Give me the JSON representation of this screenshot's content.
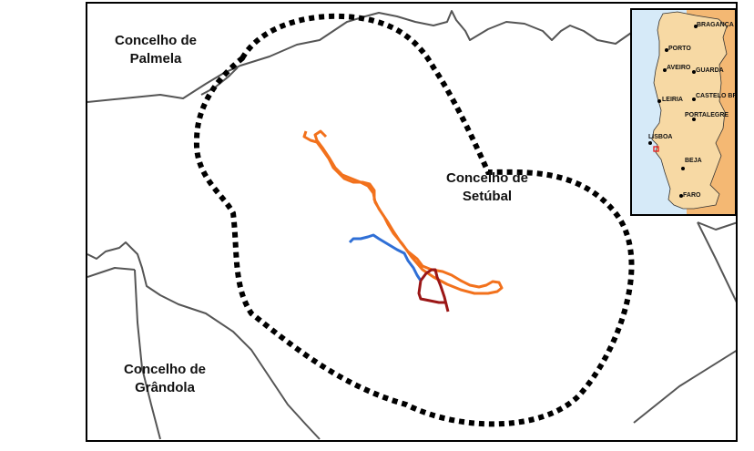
{
  "map": {
    "labels": {
      "palmela": [
        "Concelho de",
        "Palmela"
      ],
      "setubal": [
        "Concelho de",
        "Setúbal"
      ],
      "grandola": [
        "Concelho de",
        "Grândola"
      ]
    },
    "colors": {
      "boundary": "#555555",
      "buffer": "#000000",
      "orange_track": "#f2711c",
      "blue_track": "#2f6fd6",
      "red_track": "#9b1616"
    }
  },
  "inset": {
    "colors": {
      "sea": "#d6eaf8",
      "portugal": "#f7d9a4",
      "spain": "#f4b873",
      "highlight": "#e41a1c"
    },
    "cities": [
      "BRAGANÇA",
      "PORTO",
      "AVEIRO",
      "GUARDA",
      "LEIRIA",
      "CASTELO BRANCO",
      "PORTALEGRE",
      "LISBOA",
      "BEJA",
      "FARO"
    ]
  }
}
